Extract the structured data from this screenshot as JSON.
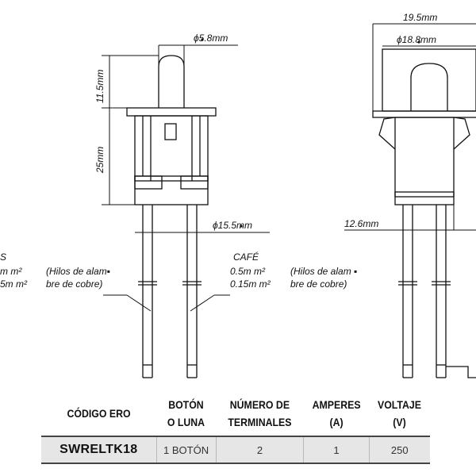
{
  "dims": {
    "phi_5_8": "ϕ5.8mm",
    "h_11_5": "11.5mm",
    "h_25": "25mm",
    "phi_15_5": "ϕ15.5mm",
    "w_19_5": "19.5mm",
    "phi_18_8": "ϕ18.8mm",
    "w_12_6": "12.6mm"
  },
  "left_note": {
    "color": "S",
    "size1": "m m²",
    "desc1": "(Hilos de alam▪",
    "size2": "5m m²",
    "desc2": "bre de cobre)"
  },
  "right_note": {
    "color": "CAFÉ",
    "size1": "0.5m m²",
    "desc1": "(Hilos de alam ▪",
    "size2": "0.15m m²",
    "desc2": "bre de cobre)"
  },
  "table": {
    "headers": [
      {
        "line1": "CÓDIGO ERO",
        "line2": ""
      },
      {
        "line1": "BOTÓN",
        "line2": "O LUNA"
      },
      {
        "line1": "NÚMERO DE",
        "line2": "TERMINALES"
      },
      {
        "line1": "AMPERES",
        "line2": "(A)"
      },
      {
        "line1": "VOLTAJE",
        "line2": "(V)"
      }
    ],
    "row": [
      "SWRELTK18",
      "1 BOTÓN",
      "2",
      "1",
      "250"
    ]
  }
}
